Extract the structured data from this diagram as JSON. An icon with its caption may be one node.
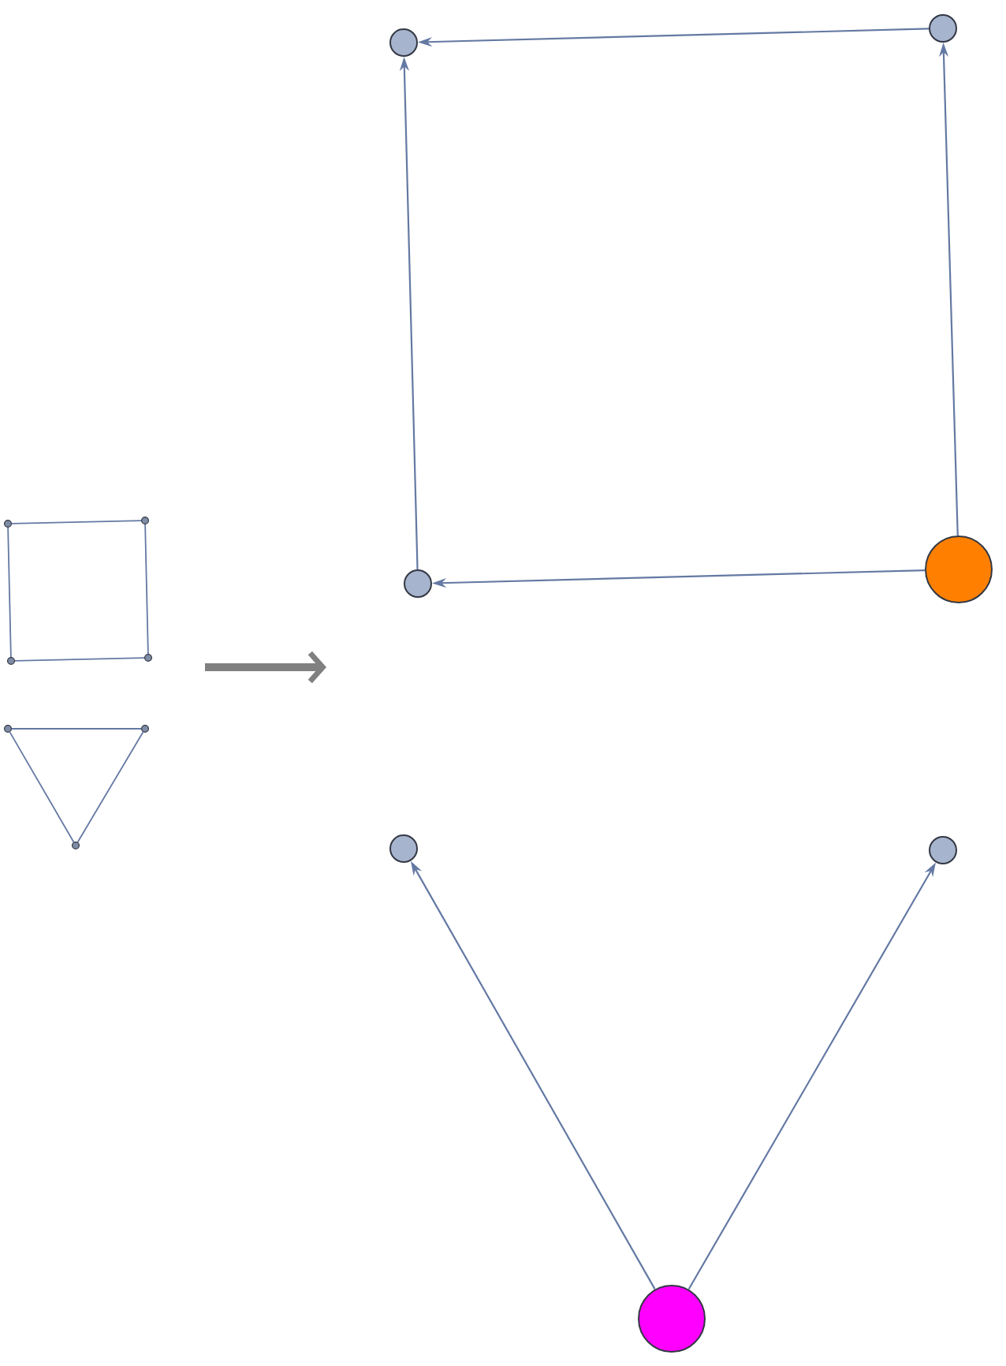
{
  "diagram": {
    "nodes": [
      {
        "text": [],
        "shape": "circle"
      },
      {
        "text": [],
        "shape": "circle"
      },
      {
        "text": [],
        "shape": "circle"
      },
      {
        "text": [],
        "shape": "circle"
      },
      {
        "text": [],
        "shape": "circle"
      },
      {
        "text": [],
        "shape": "circle"
      },
      {
        "text": [],
        "shape": "circle"
      },
      {
        "text": [],
        "shape": "circle"
      },
      {
        "text": [],
        "shape": "circle"
      },
      {
        "text": [],
        "shape": "circle"
      },
      {
        "text": [],
        "shape": "circle"
      },
      {
        "text": [],
        "shape": "circle"
      },
      {
        "text": [],
        "shape": "circle"
      },
      {
        "text": [],
        "shape": "circle"
      }
    ],
    "edges": [
      {
        "from": 0,
        "to": 1,
        "arrow": "none"
      },
      {
        "from": 0,
        "to": 2,
        "arrow": "none"
      },
      {
        "from": 1,
        "to": 3,
        "arrow": "none"
      },
      {
        "from": 2,
        "to": 3,
        "arrow": "none"
      },
      {
        "from": 4,
        "to": 5,
        "arrow": "none"
      },
      {
        "from": 4,
        "to": 6,
        "arrow": "none"
      },
      {
        "from": 5,
        "to": 6,
        "arrow": "none"
      },
      {
        "from": 8,
        "to": 7,
        "arrow": "to"
      },
      {
        "from": 10,
        "to": 8,
        "arrow": "to"
      },
      {
        "from": 9,
        "to": 7,
        "arrow": "to"
      },
      {
        "from": 10,
        "to": 9,
        "arrow": "to"
      },
      {
        "from": 13,
        "to": 11,
        "arrow": "to"
      },
      {
        "from": 13,
        "to": 12,
        "arrow": "to"
      }
    ]
  }
}
